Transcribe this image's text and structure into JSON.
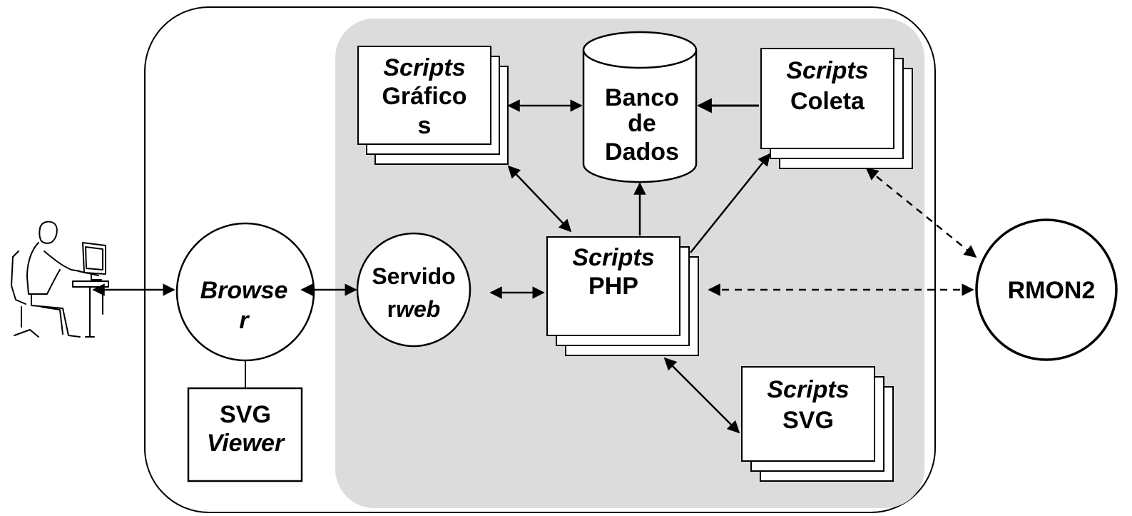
{
  "colors": {
    "background": "#ffffff",
    "server_area": "#dcdcdc",
    "stroke": "#000000"
  },
  "nodes": {
    "scripts_graficos": {
      "line1": "Scripts",
      "line2": "Gráfico",
      "line3": "s"
    },
    "banco_dados": {
      "line1": "Banco",
      "line2": "de",
      "line3": "Dados"
    },
    "scripts_coleta": {
      "line1": "Scripts",
      "line2": "Coleta"
    },
    "scripts_php": {
      "line1": "Scripts",
      "line2": "PHP"
    },
    "scripts_svg": {
      "line1": "Scripts",
      "line2": "SVG"
    },
    "browser": {
      "line1": "Browse",
      "line2": "r"
    },
    "servidor_web": {
      "line1_plain": "Servido",
      "line2_plain": "r",
      "line2_italic": "web"
    },
    "svg_viewer": {
      "line1": "SVG",
      "line2": "Viewer"
    },
    "rmon2": {
      "label": "RMON2"
    },
    "user": {
      "icon": "user-at-computer-icon"
    }
  }
}
